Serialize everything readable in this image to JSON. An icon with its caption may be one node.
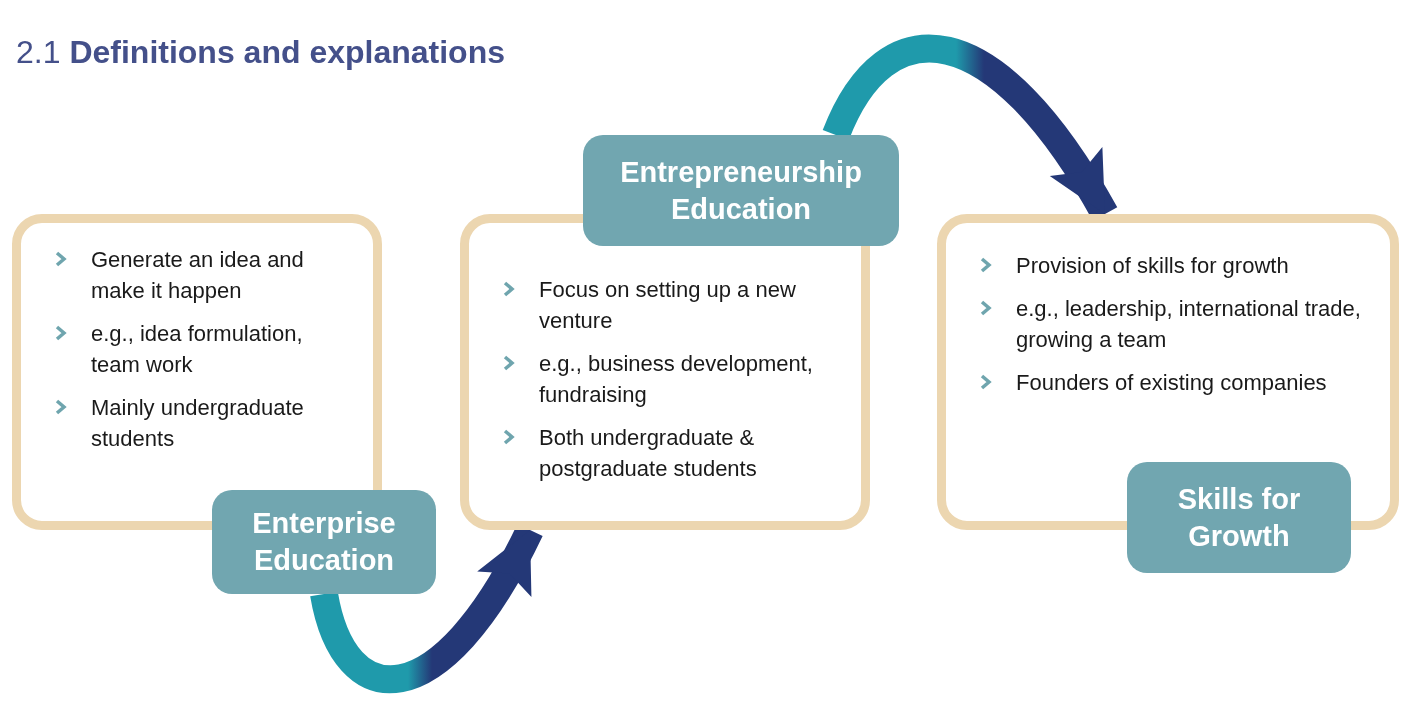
{
  "diagram": {
    "title": "2.1 **Definitions and explanations**",
    "nodes": [
      {
        "text": [
          "Generate an idea and make it happen",
          "e.g., idea formulation, team work",
          "Mainly undergraduate students"
        ]
      },
      {
        "text": [
          "Enterprise Education"
        ]
      },
      {
        "text": [
          "Focus on setting up a new venture",
          "e.g., business development, fundraising",
          "Both undergraduate & postgraduate students"
        ]
      },
      {
        "text": [
          "Entrepreneurship Education"
        ]
      },
      {
        "text": [
          "Provision of skills for growth",
          "e.g., leadership, international trade, growing a team",
          "Founders of existing companies"
        ]
      },
      {
        "text": [
          "Skills for Growth"
        ]
      }
    ],
    "edges": [
      {
        "from": 1,
        "to": 2,
        "arrow": "to"
      },
      {
        "from": 3,
        "to": 4,
        "arrow": "to"
      }
    ]
  }
}
